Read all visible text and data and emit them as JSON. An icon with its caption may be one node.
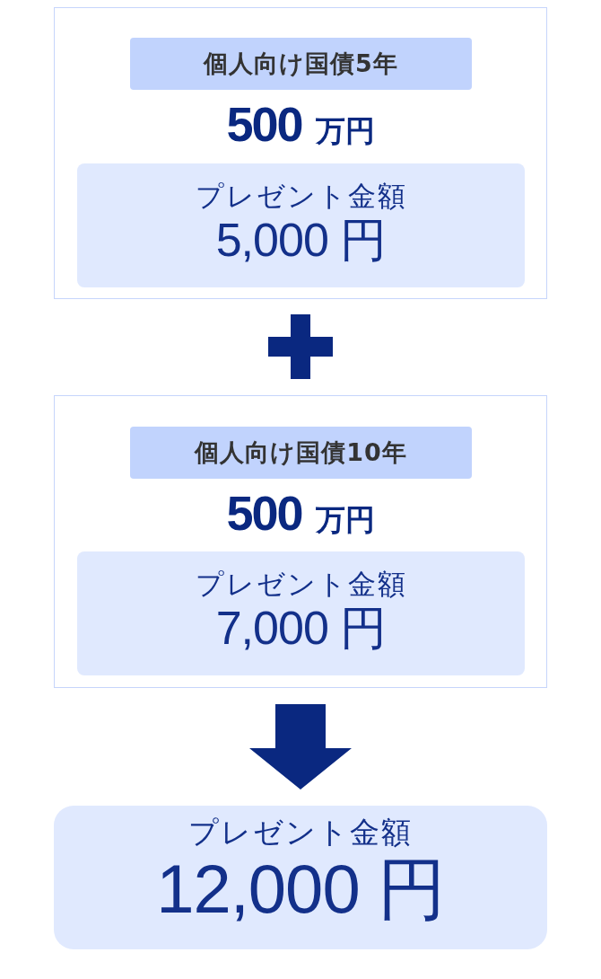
{
  "diagram": {
    "nodes": [
      {
        "text": [
          "500 万円"
        ]
      },
      {
        "text": [
          "個人向け国債5年"
        ],
        "in": 0
      },
      {
        "text": [
          "プレゼント金額",
          "5,000 円"
        ],
        "in": 0
      },
      {
        "text": [
          "500 万円"
        ]
      },
      {
        "text": [
          "個人向け国債10年"
        ],
        "in": 3
      },
      {
        "text": [
          "プレゼント金額",
          "7,000 円"
        ],
        "in": 3
      },
      {
        "text": [
          "プレゼント金額",
          "12,000 円"
        ]
      }
    ],
    "edges": [
      {
        "from": 3,
        "to": 6,
        "arrow": "to",
        "style": "thick"
      }
    ]
  }
}
